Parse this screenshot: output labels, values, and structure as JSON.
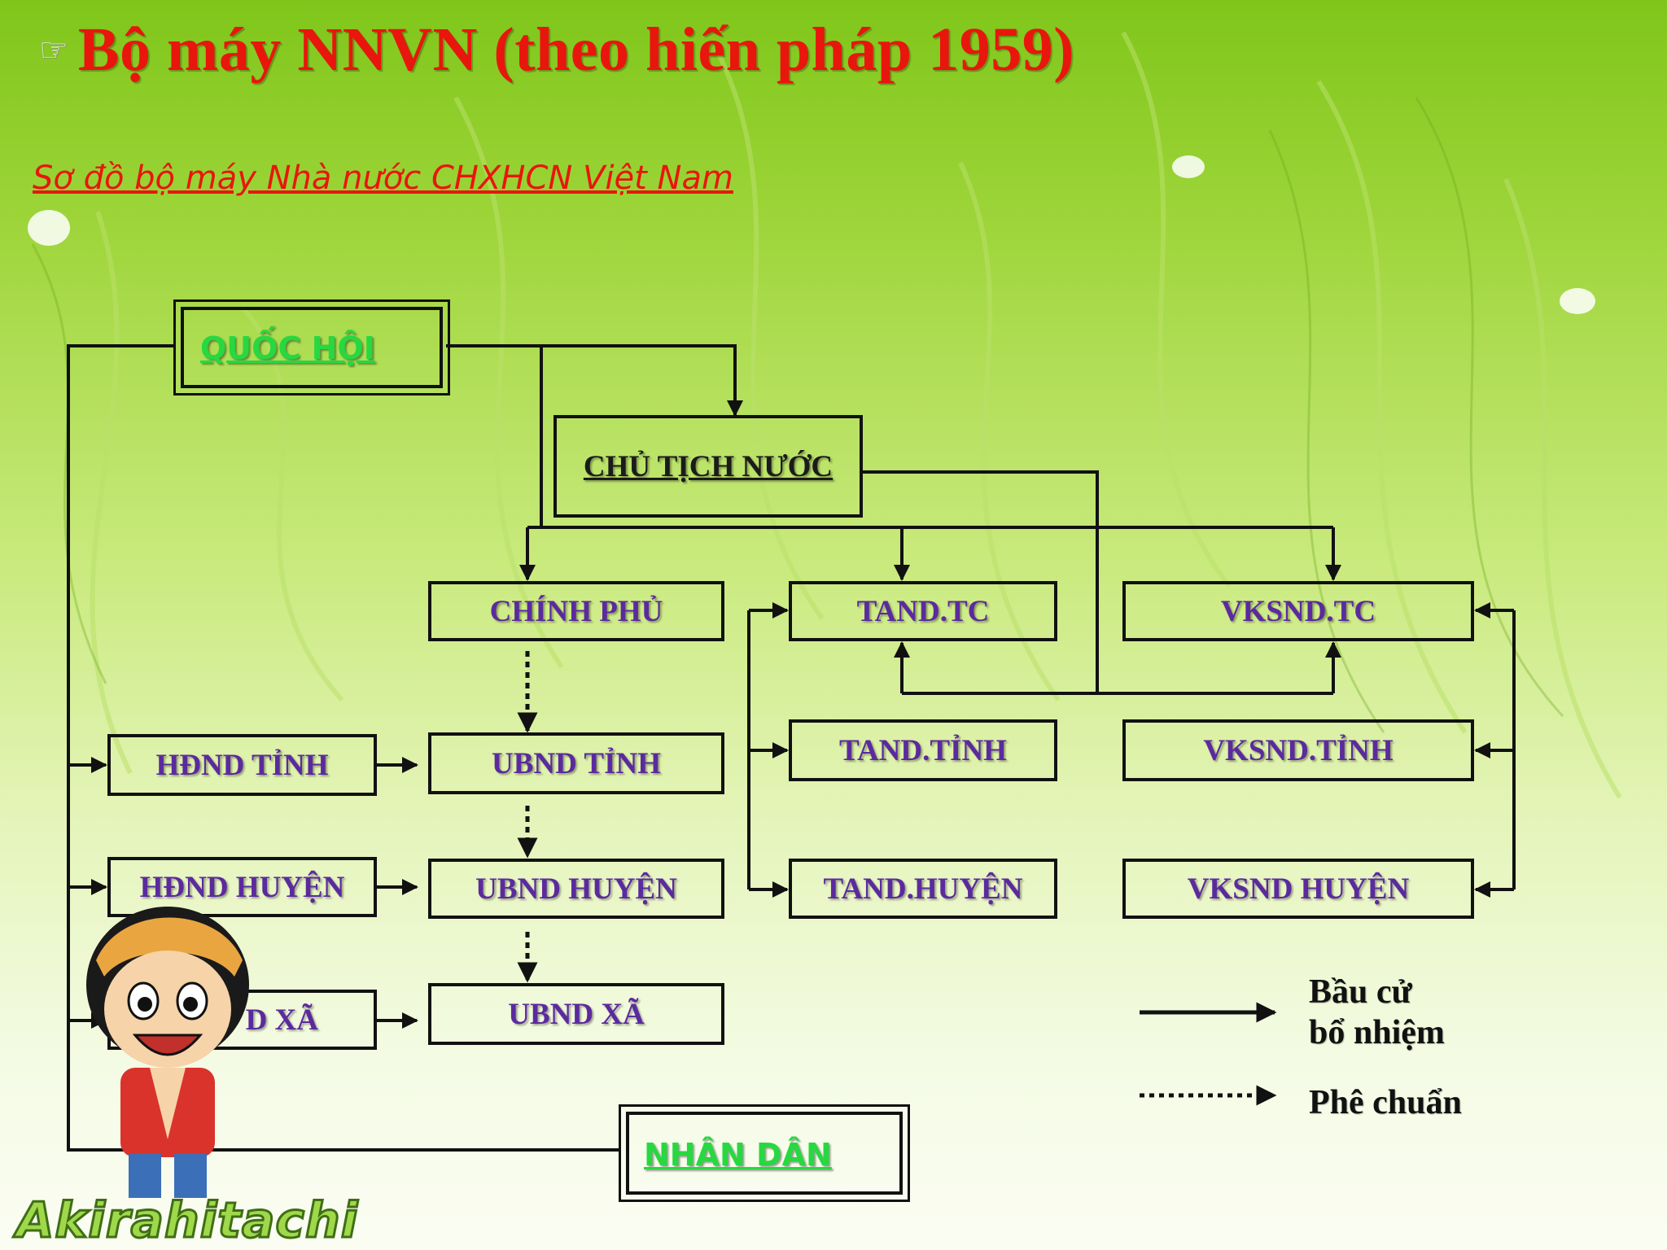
{
  "title": "Bộ máy NNVN (theo hiến pháp 1959)",
  "title_icon": "pointing-hand-icon",
  "subtitle": "Sơ đồ bộ máy Nhà nước CHXHCN Việt Nam",
  "nodes": {
    "quoc_hoi": "QUỐC HỘI",
    "chu_tich_nuoc": "CHỦ TỊCH NƯỚC",
    "chinh_phu": "CHÍNH PHỦ",
    "tand_tc": "TAND.TC",
    "vksnd_tc": "VKSND.TC",
    "hdnd_tinh": "HĐND TỈNH",
    "ubnd_tinh": "UBND TỈNH",
    "tand_tinh": "TAND.TỈNH",
    "vksnd_tinh": "VKSND.TỈNH",
    "hdnd_huyen": "HĐND HUYỆN",
    "ubnd_huyen": "UBND HUYỆN",
    "tand_huyen": "TAND.HUYỆN",
    "vksnd_huyen": "VKSND HUYỆN",
    "hdnd_xa": "D XÃ",
    "ubnd_xa": "UBND XÃ",
    "nhan_dan": "NHÂN DÂN"
  },
  "legend": {
    "solid_label_line1": "Bầu cử",
    "solid_label_line2": "bổ nhiệm",
    "dotted_label": "Phê chuẩn"
  },
  "watermark": "Akirahitachi",
  "colors": {
    "title": "#e8160c",
    "box_text": "#5b2a9e",
    "highlight_text": "#27d840",
    "line": "#111111"
  }
}
